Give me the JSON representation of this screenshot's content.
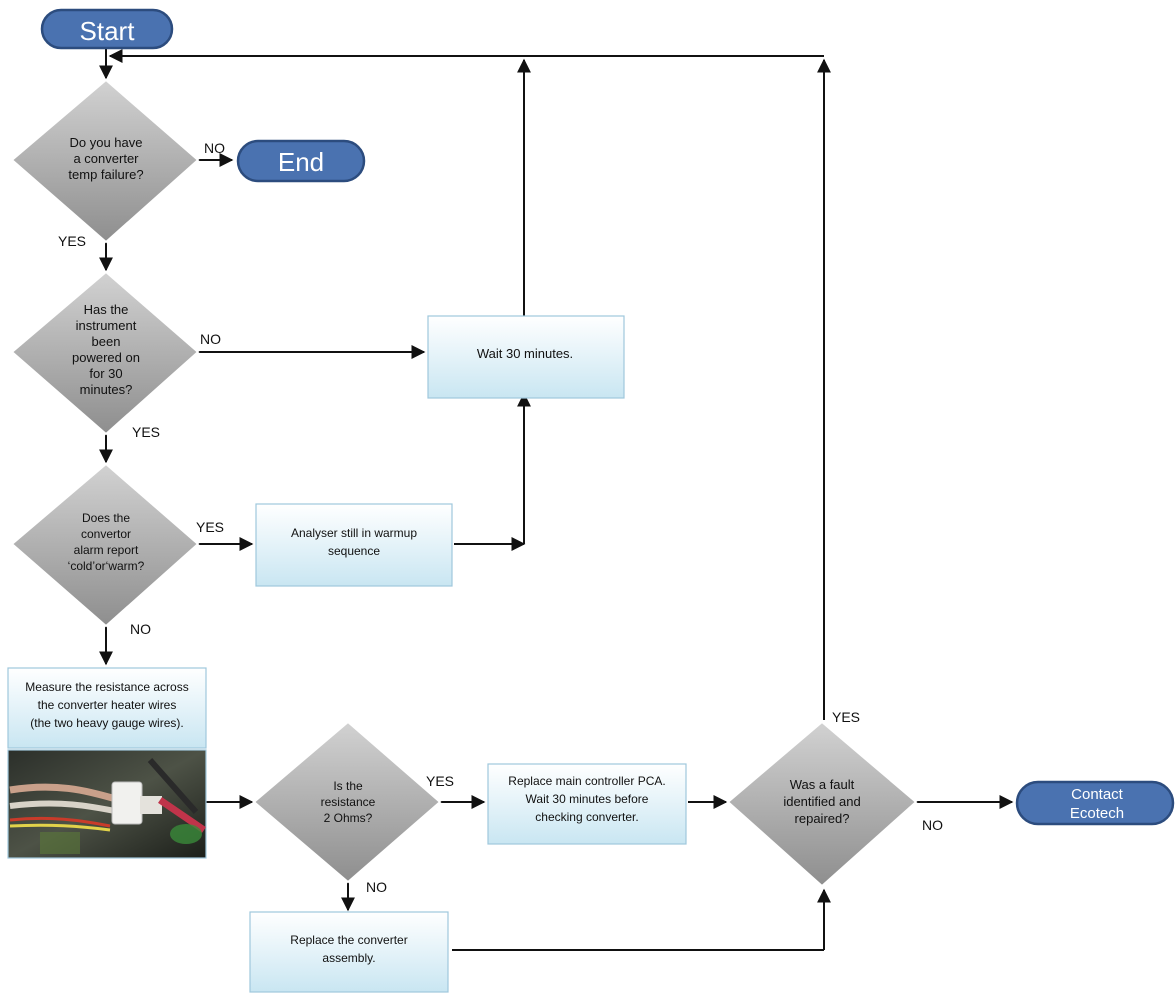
{
  "terminals": {
    "start": "Start",
    "end": "End",
    "contact": [
      "Contact",
      "Ecotech"
    ]
  },
  "decisions": {
    "d1": [
      "Do you have",
      "a converter",
      "temp failure?"
    ],
    "d2": [
      "Has the",
      "instrument",
      "been",
      "powered on",
      "for 30",
      "minutes?"
    ],
    "d3": [
      "Does the",
      "convertor",
      "alarm report",
      "‘cold’or‘warm?"
    ],
    "d4": [
      "Is the",
      "resistance",
      "2 Ohms?"
    ],
    "d5": [
      "Was a fault",
      "identified and",
      "repaired?"
    ]
  },
  "processes": {
    "wait": [
      "Wait 30 minutes."
    ],
    "warmup": [
      "Analyser still in warmup",
      "sequence"
    ],
    "measure": [
      "Measure the resistance across",
      "the converter heater wires",
      "(the two heavy gauge wires)."
    ],
    "replace_pca": [
      "Replace main controller PCA.",
      "Wait 30 minutes before",
      "checking converter."
    ],
    "replace_conv": [
      "Replace the converter",
      "assembly."
    ]
  },
  "labels": {
    "d1_no": "NO",
    "d1_yes": "YES",
    "d2_no": "NO",
    "d2_yes": "YES",
    "d3_yes": "YES",
    "d3_no": "NO",
    "d4_yes": "YES",
    "d4_no": "NO",
    "d5_yes": "YES",
    "d5_no": "NO"
  },
  "photo": {
    "description_icon": "wire-connector-photo"
  }
}
